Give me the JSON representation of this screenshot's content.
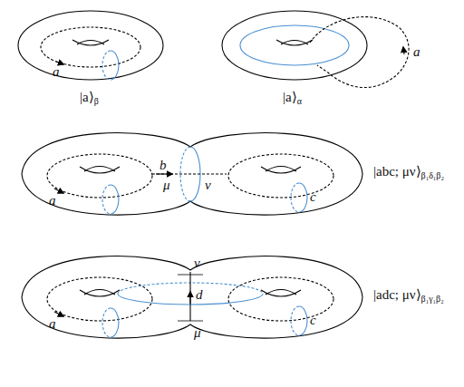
{
  "diagram": {
    "labels": [
      "a",
      "|a⟩β",
      "a",
      "|a⟩α",
      "a",
      "b",
      "μ",
      "ν",
      "c",
      "|abc; μν⟩β₁δ₁β₂",
      "a",
      "d",
      "ν",
      "μ",
      "c",
      "|adc; μν⟩β₁γ₁β₂"
    ]
  }
}
